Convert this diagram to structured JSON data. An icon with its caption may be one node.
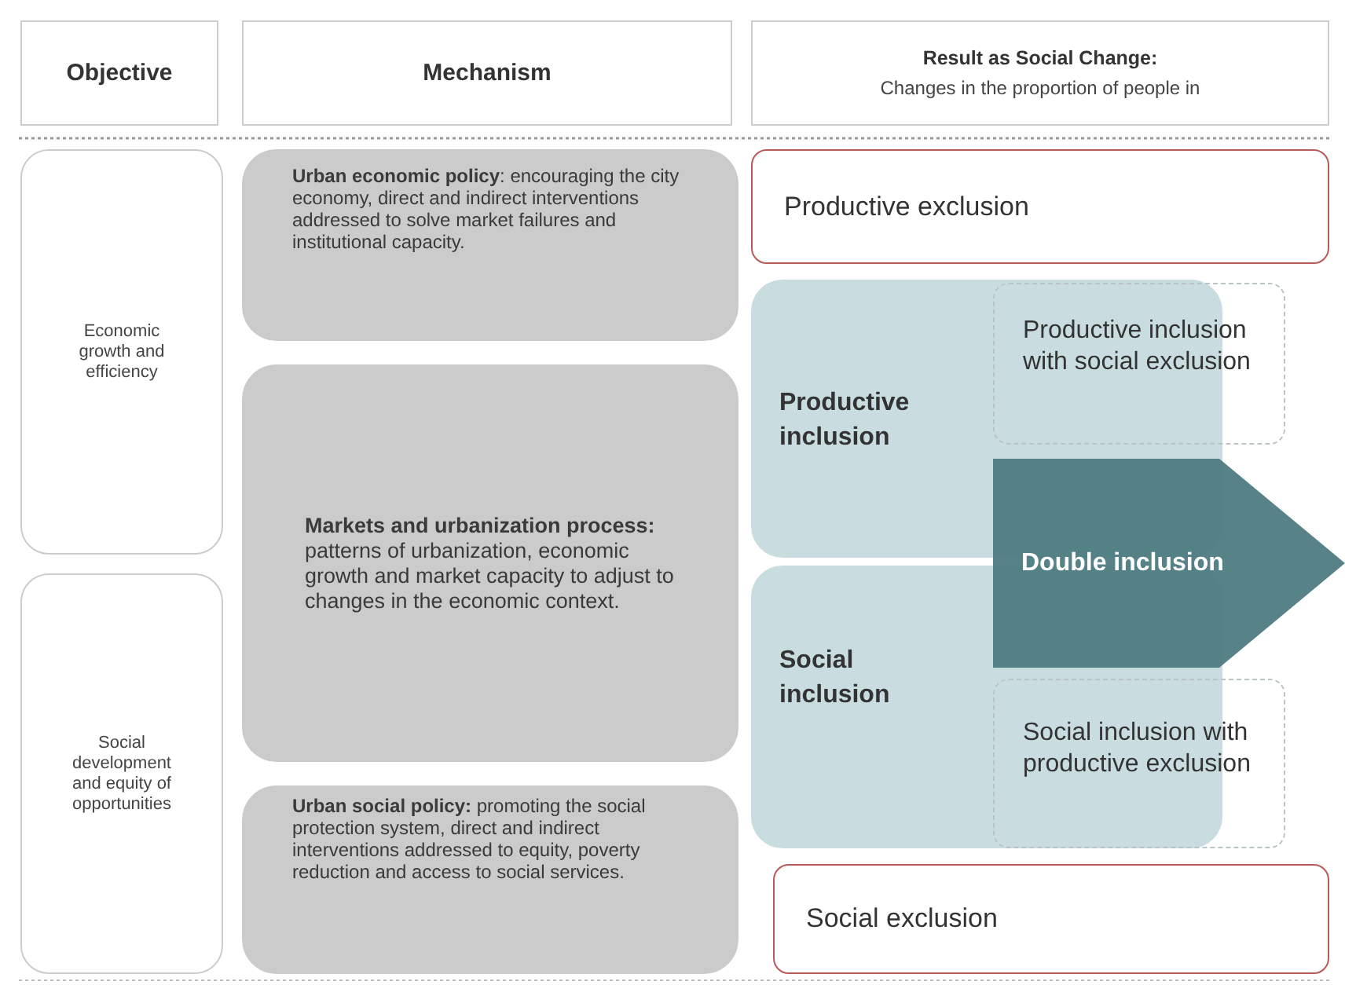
{
  "diagram": {
    "nodes": [
      {
        "text": [
          "Objective"
        ]
      },
      {
        "text": [
          "Mechanism"
        ]
      },
      {
        "text": [
          "Result as Social Change:",
          "Changes in the proportion of people in"
        ]
      },
      {
        "text": [
          "Economic growth and efficiency"
        ]
      },
      {
        "text": [
          "Social development and equity of opportunities"
        ]
      },
      {
        "text": [
          "**Urban economic policy**: encouraging the city economy, direct and indirect interventions addressed to solve market failures and institutional capacity."
        ]
      },
      {
        "text": [
          "**Markets and urbanization process:** patterns of urbanization, economic growth and market capacity to adjust to changes in the economic context."
        ]
      },
      {
        "text": [
          "**Urban social policy:** promoting the social protection system, direct and indirect interventions addressed to equity, poverty reduction and access to social services."
        ]
      },
      {
        "text": [
          "Productive exclusion"
        ]
      },
      {
        "text": [
          "Productive inclusion"
        ]
      },
      {
        "text": [
          "Social inclusion"
        ]
      },
      {
        "text": [
          "Productive inclusion with social exclusion"
        ]
      },
      {
        "text": [
          "Double inclusion"
        ]
      },
      {
        "text": [
          "Social inclusion with productive exclusion"
        ]
      },
      {
        "text": [
          "Social exclusion"
        ]
      }
    ],
    "edges": []
  }
}
